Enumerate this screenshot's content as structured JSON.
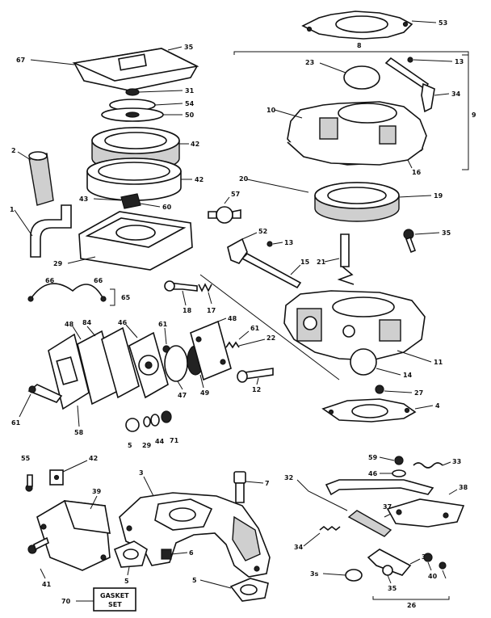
{
  "callouts": {
    "c53": "53",
    "c8": "8",
    "c23": "23",
    "c13a": "13",
    "c34a": "34",
    "c9": "9",
    "c10": "10",
    "c16": "16",
    "c67": "67",
    "c31": "31",
    "c54": "54",
    "c50": "50",
    "c42a": "42",
    "c42b": "42",
    "c2": "2",
    "c43": "43",
    "c60": "60",
    "c1": "1",
    "c29a": "29",
    "c57": "57",
    "c20": "20",
    "c19": "19",
    "c35a": "35",
    "c52": "52",
    "c13b": "13",
    "c15": "15",
    "c21": "21",
    "c66a": "66",
    "c66b": "66",
    "c65": "65",
    "c18": "18",
    "c17": "17",
    "c48a": "48",
    "c84": "84",
    "c46a": "46",
    "c61a": "61",
    "c48b": "48",
    "c61b": "61",
    "c22": "22",
    "c11": "11",
    "c14": "14",
    "c27": "27",
    "c47": "47",
    "c49": "49",
    "c12": "12",
    "c4": "4",
    "c61c": "61",
    "c58": "58",
    "c5a": "5",
    "c29b": "29",
    "c44": "44",
    "c71": "71",
    "c55": "55",
    "c42c": "42",
    "c3": "3",
    "c7": "7",
    "c32": "32",
    "c59a": "59",
    "c46b": "46",
    "c33": "33",
    "c39": "39",
    "c38": "38",
    "c37": "37",
    "c36": "36",
    "c5b": "5",
    "c6": "6",
    "c5c": "5",
    "c41": "41",
    "c34b": "34",
    "c3s": "3s",
    "c35b": "35",
    "c40": "40",
    "c35c": "35",
    "c26": "26",
    "c70": "70"
  },
  "gasket_set": {
    "line1": "GASKET",
    "line2": "SET"
  }
}
